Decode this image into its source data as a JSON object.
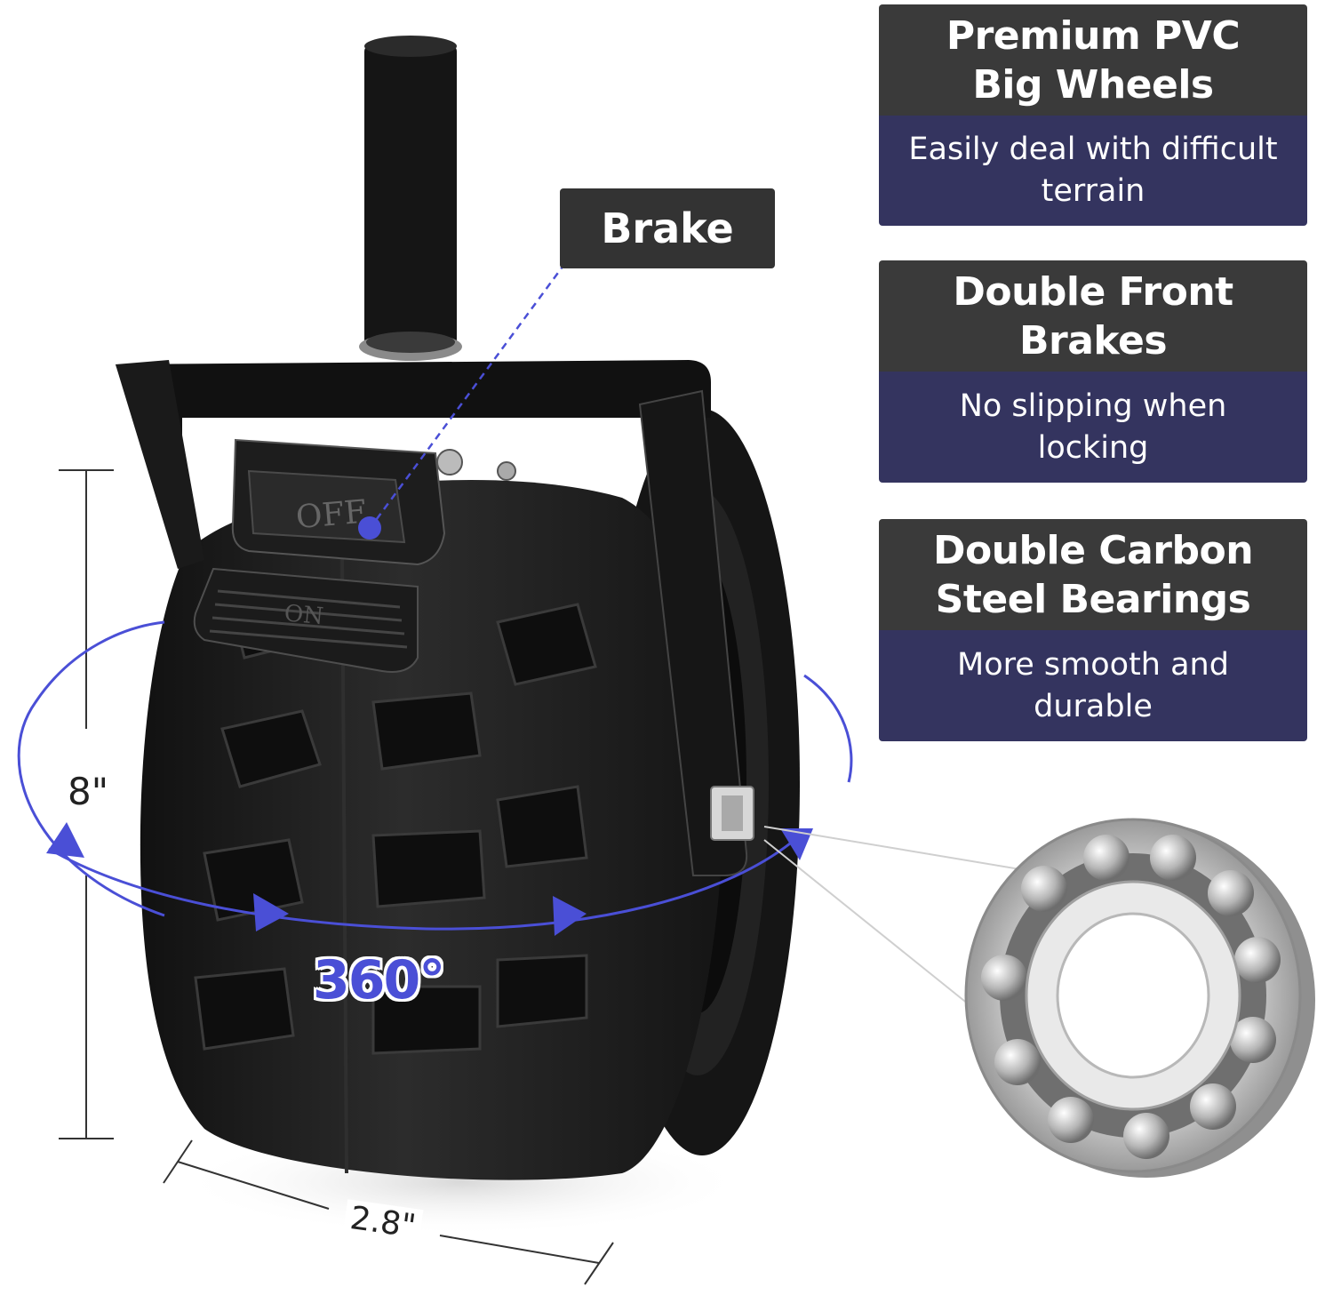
{
  "panels": [
    {
      "title": "Premium PVC\nBig Wheels",
      "body": "Easily deal with difficult\nterrain"
    },
    {
      "title": "Double Front\nBrakes",
      "body": "No slipping when\nlocking"
    },
    {
      "title": "Double Carbon\nSteel Bearings",
      "body": "More smooth and\ndurable"
    }
  ],
  "callouts": {
    "brake": "Brake",
    "height": "8\"",
    "width": "2.8\"",
    "rotation": "360°",
    "pedal_off": "OFF",
    "pedal_on": "ON"
  },
  "colors": {
    "title_bg": "#3a3a3a",
    "body_bg": "#34345f",
    "accent": "#4a4fd6",
    "tire": "#1e1e1e"
  }
}
